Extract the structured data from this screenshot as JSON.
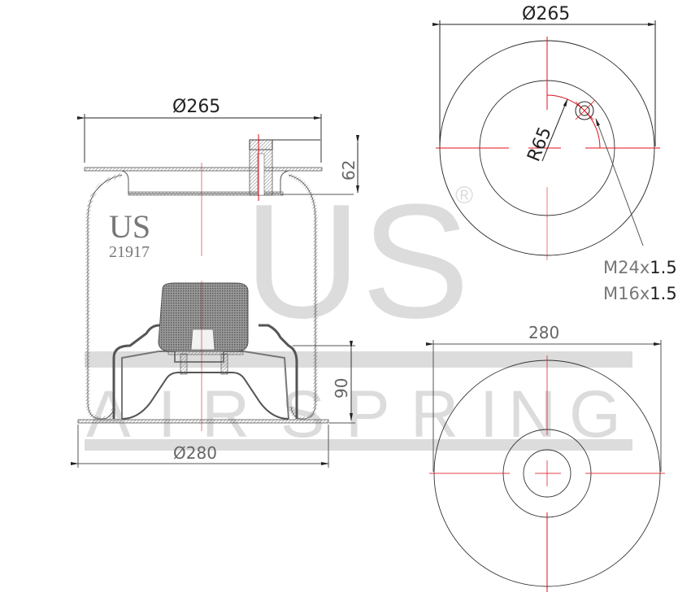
{
  "drawing": {
    "watermark": {
      "logo": "US",
      "registered": "®",
      "letters": [
        "A",
        "I",
        "R",
        "S",
        "P",
        "R",
        "I",
        "N",
        "G"
      ]
    },
    "side_view": {
      "brand": "US",
      "part_number": "21917",
      "top_diameter": "Ø265",
      "bottom_diameter": "Ø280",
      "top_height": "62",
      "bottom_height": "90"
    },
    "top_view": {
      "diameter": "Ø265",
      "radius": "R65",
      "thread_1_prefix": "M24x",
      "thread_1_value": "1.5",
      "thread_2_prefix": "M16x",
      "thread_2_value": "1.5"
    },
    "bottom_view": {
      "diameter": "280"
    },
    "colors": {
      "line": "#1a1a1a",
      "centerline": "#e0101a",
      "watermark": "#dcdcdc",
      "dim_text": "#222222"
    }
  }
}
